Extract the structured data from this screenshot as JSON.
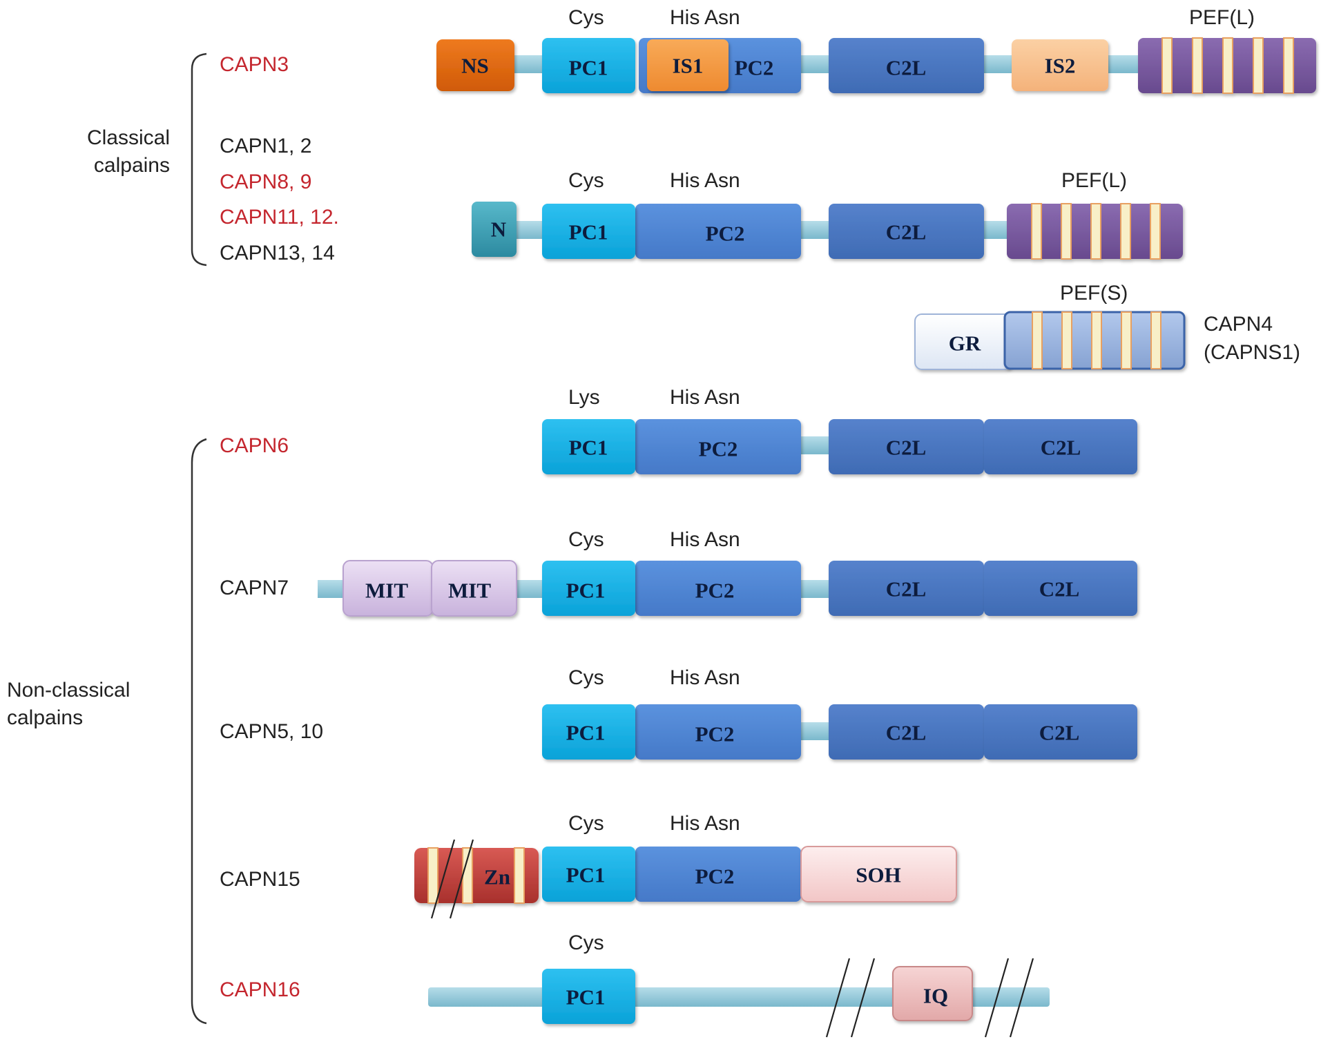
{
  "colors": {
    "red_label": "#c4262e",
    "linker": "#8fc7d8",
    "pc1": "#12b1e8",
    "pc2": "#4f86d5",
    "c2l": "#4a76c0",
    "pef_l": "#7a5ba0",
    "pef_s": "#9bb6e0",
    "stripe": "#f8efc8",
    "ns": "#e2680e",
    "is1": "#f59a42",
    "is2": "#f8c08e",
    "n": "#3a9fb4",
    "gr": "#eef3fb",
    "mit": "#dccbe8",
    "zn": "#c2423e",
    "soh": "#f7d6d6",
    "iq": "#eec0c0"
  },
  "groups": {
    "classical": "Classical calpains",
    "non_classical": "Non-classical calpains"
  },
  "protein_labels": {
    "capn3": "CAPN3",
    "capn1_2": "CAPN1, 2",
    "capn8_9": "CAPN8, 9",
    "capn11_12": "CAPN11, 12.",
    "capn13_14": "CAPN13, 14",
    "capn4": "CAPN4",
    "capns1": "(CAPNS1)",
    "capn6": "CAPN6",
    "capn7": "CAPN7",
    "capn5_10": "CAPN5, 10",
    "capn15": "CAPN15",
    "capn16": "CAPN16"
  },
  "residues": {
    "cys": "Cys",
    "lys": "Lys",
    "his_asn": "His Asn",
    "pef_l": "PEF(L)",
    "pef_s": "PEF(S)"
  },
  "domains": {
    "ns": "NS",
    "pc1": "PC1",
    "is1": "IS1",
    "pc2": "PC2",
    "c2l": "C2L",
    "is2": "IS2",
    "n": "N",
    "gr": "GR",
    "mit": "MIT",
    "zn": "Zn",
    "soh": "SOH",
    "iq": "IQ"
  }
}
